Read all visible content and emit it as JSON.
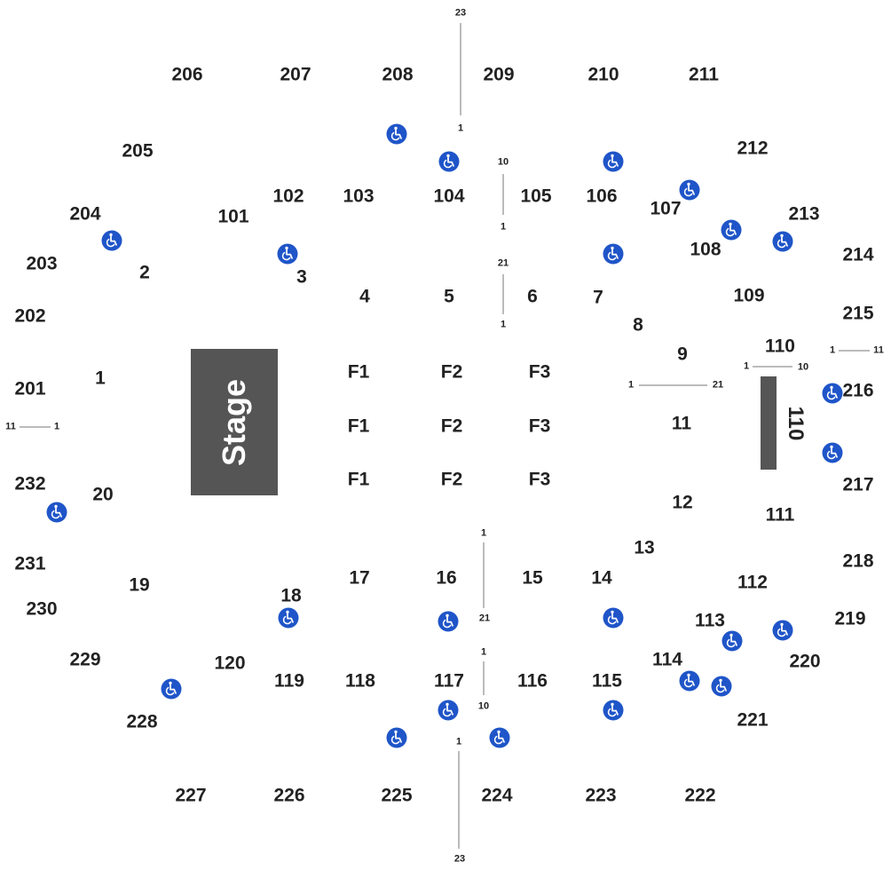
{
  "stage": {
    "label": "Stage"
  },
  "colors": {
    "stage": "#555555",
    "accessible_icon": "#1f55c8",
    "text": "#222222",
    "row_line": "#777777"
  },
  "icons": {
    "accessible": "wheelchair-icon"
  },
  "sections": {
    "s206": "206",
    "s207": "207",
    "s208": "208",
    "s209": "209",
    "s210": "210",
    "s211": "211",
    "s205": "205",
    "s212": "212",
    "s204": "204",
    "s213": "213",
    "s203": "203",
    "s214": "214",
    "s202": "202",
    "s215": "215",
    "s201": "201",
    "s216": "216",
    "s232": "232",
    "s217": "217",
    "s231": "231",
    "s218": "218",
    "s230": "230",
    "s219": "219",
    "s229": "229",
    "s220": "220",
    "s228": "228",
    "s221": "221",
    "s227": "227",
    "s226": "226",
    "s225": "225",
    "s224": "224",
    "s223": "223",
    "s222": "222",
    "s101": "101",
    "s102": "102",
    "s103": "103",
    "s104": "104",
    "s105": "105",
    "s106": "106",
    "s107": "107",
    "s108": "108",
    "s109": "109",
    "s110": "110",
    "s110_side": "110",
    "s111": "111",
    "s112": "112",
    "s113": "113",
    "s114": "114",
    "s115": "115",
    "s116": "116",
    "s117": "117",
    "s118": "118",
    "s119": "119",
    "s120": "120",
    "f1": "1",
    "f2": "2",
    "f3": "3",
    "f4": "4",
    "f5": "5",
    "f6": "6",
    "f7": "7",
    "f8": "8",
    "f9": "9",
    "f11": "11",
    "f12": "12",
    "f13": "13",
    "f14": "14",
    "f15": "15",
    "f16": "16",
    "f17": "17",
    "f18": "18",
    "f19": "19",
    "f20": "20",
    "fl1a": "F1",
    "fl1b": "F1",
    "fl1c": "F1",
    "fl2a": "F2",
    "fl2b": "F2",
    "fl2c": "F2",
    "fl3a": "F3",
    "fl3b": "F3",
    "fl3c": "F3"
  },
  "rows": {
    "top_aisle_far": "23",
    "top_aisle_near": "1",
    "s105_top": "10",
    "s105_bottom": "1",
    "f6_top": "21",
    "f6_bottom": "1",
    "f9_left": "1",
    "f9_right": "21",
    "s110_left": "1",
    "s110_right": "10",
    "s215_left": "1",
    "s215_right": "11",
    "s201_left": "11",
    "s201_right": "1",
    "f15_top": "1",
    "f15_bottom": "21",
    "s116_top": "1",
    "s116_bottom": "10",
    "bottom_aisle_near": "1",
    "bottom_aisle_far": "23"
  }
}
